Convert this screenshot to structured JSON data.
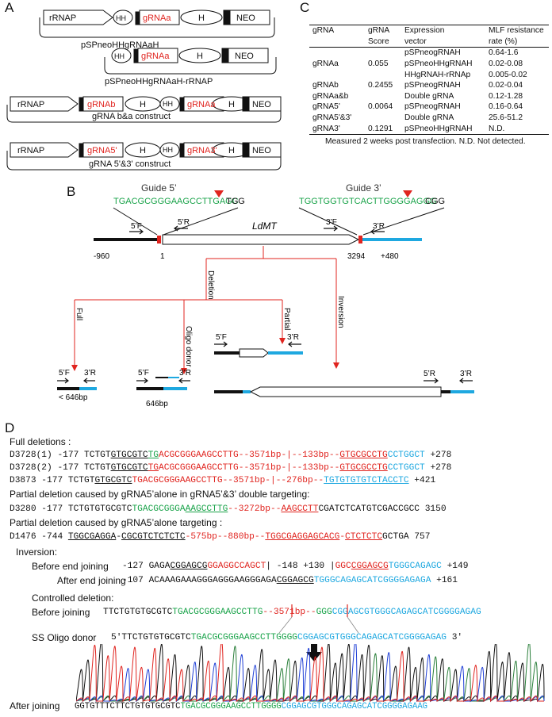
{
  "panels": {
    "a": "A",
    "b": "B",
    "c": "C",
    "d": "D"
  },
  "panelA": {
    "constructs": [
      {
        "name": "pSPneoHHgRNAaH",
        "parts": [
          "rRNAP",
          "HH",
          "gRNAa",
          "H",
          "NEO"
        ]
      },
      {
        "name": "pSPneoHHgRNAaH-rRNAP",
        "parts": [
          "HH",
          "gRNAa",
          "H",
          "NEO"
        ]
      },
      {
        "name": "gRNA b&a construct",
        "parts": [
          "rRNAP",
          "gRNAb",
          "H",
          "HH",
          "gRNAa",
          "H",
          "NEO"
        ]
      },
      {
        "name": "gRNA 5'&3' construct",
        "parts": [
          "rRNAP",
          "gRNA5'",
          "H",
          "HH",
          "gRNA3'",
          "H",
          "NEO"
        ]
      }
    ]
  },
  "panelC": {
    "headers": [
      [
        "gRNA",
        "gRNA",
        "Expression",
        "MLF resistance"
      ],
      [
        "",
        "Score",
        "vector",
        "rate (%)"
      ]
    ],
    "rows": [
      [
        "",
        "",
        "pSPneogRNAH",
        "0.64-1.6"
      ],
      [
        "gRNAa",
        "0.055",
        "pSPneoHHgRNAH",
        "0.02-0.08"
      ],
      [
        "",
        "",
        "HHgRNAH-rRNAp",
        "0.005-0.02"
      ],
      [
        "gRNAb",
        "0.2455",
        "pSPneogRNAH",
        "0.02-0.04"
      ],
      [
        "gRNAa&b",
        "",
        "Double gRNA",
        "0.12-1.28"
      ],
      [
        "gRNA5'",
        "0.0064",
        "pSPneogRNAH",
        "0.16-0.64"
      ],
      [
        "gRNA5'&3'",
        "",
        "Double gRNA",
        "25.6-51.2"
      ],
      [
        "gRNA3'",
        "0.1291",
        "pSPneoHHgRNAH",
        "N.D."
      ]
    ],
    "footnote": "Measured 2 weeks post transfection. N.D. Not detected."
  },
  "panelB": {
    "guide5_label": "Guide 5’",
    "guide5_seq": "TGACGCGGGAAGCCTTGAGC",
    "guide5_pam": "TGG",
    "guide3_label": "Guide 3’",
    "guide3_seq": "TGGTGGTGTCACTTGGGGAGGG",
    "guide3_pam": "CGG",
    "gene": "LdMT",
    "primers": {
      "f5": "5’F",
      "r5": "5’R",
      "f3": "3’F",
      "r3": "3’R"
    },
    "coords": {
      "c1": "-960",
      "c2": "1",
      "c3": "3294",
      "c4": "+480"
    },
    "branches": {
      "deletion": "Deletion",
      "full": "Full",
      "partial": "Partial",
      "inversion": "Inversion",
      "oligo": "Oligo donor"
    },
    "sizes": {
      "s1": "< 646bp",
      "s2": "646bp"
    }
  },
  "panelD": {
    "full_deletions_title": "Full deletions :",
    "full_rows": [
      {
        "id": "D3728(1)",
        "start": "-177",
        "end": "+278"
      },
      {
        "id": "D3728(2)",
        "start": "-177",
        "end": "+278"
      },
      {
        "id": "D3873",
        "start": "-177",
        "end": "+421"
      }
    ],
    "partial_title_1": "Partial deletion caused by gRNA5’alone in gRNA5’&3’ double targeting:",
    "partial_row_1": {
      "id": "D3280",
      "start": "-177",
      "end": "3150"
    },
    "partial_title_2": "Partial deletion caused by gRNA5’alone targeting :",
    "partial_row_2": {
      "id": "D1476",
      "start": "-744",
      "end": "757"
    },
    "inversion_title": "Inversion:",
    "inv_before_label": "Before end joining",
    "inv_after_label": "After end joining",
    "controlled_title": "Controlled deletion:",
    "before_joining_label": "Before joining",
    "oligo_label": "SS Oligo donor",
    "after_joining_label": "After joining",
    "after_seq_black": "GGTGTTTCTTCTGTGTGCGTC",
    "after_seq_green": "TGACGCGGGAAGCCTTGGGG",
    "after_seq_blue": "CGGAGCGTGGGCAGAGCATCGGGGAGAAG"
  }
}
